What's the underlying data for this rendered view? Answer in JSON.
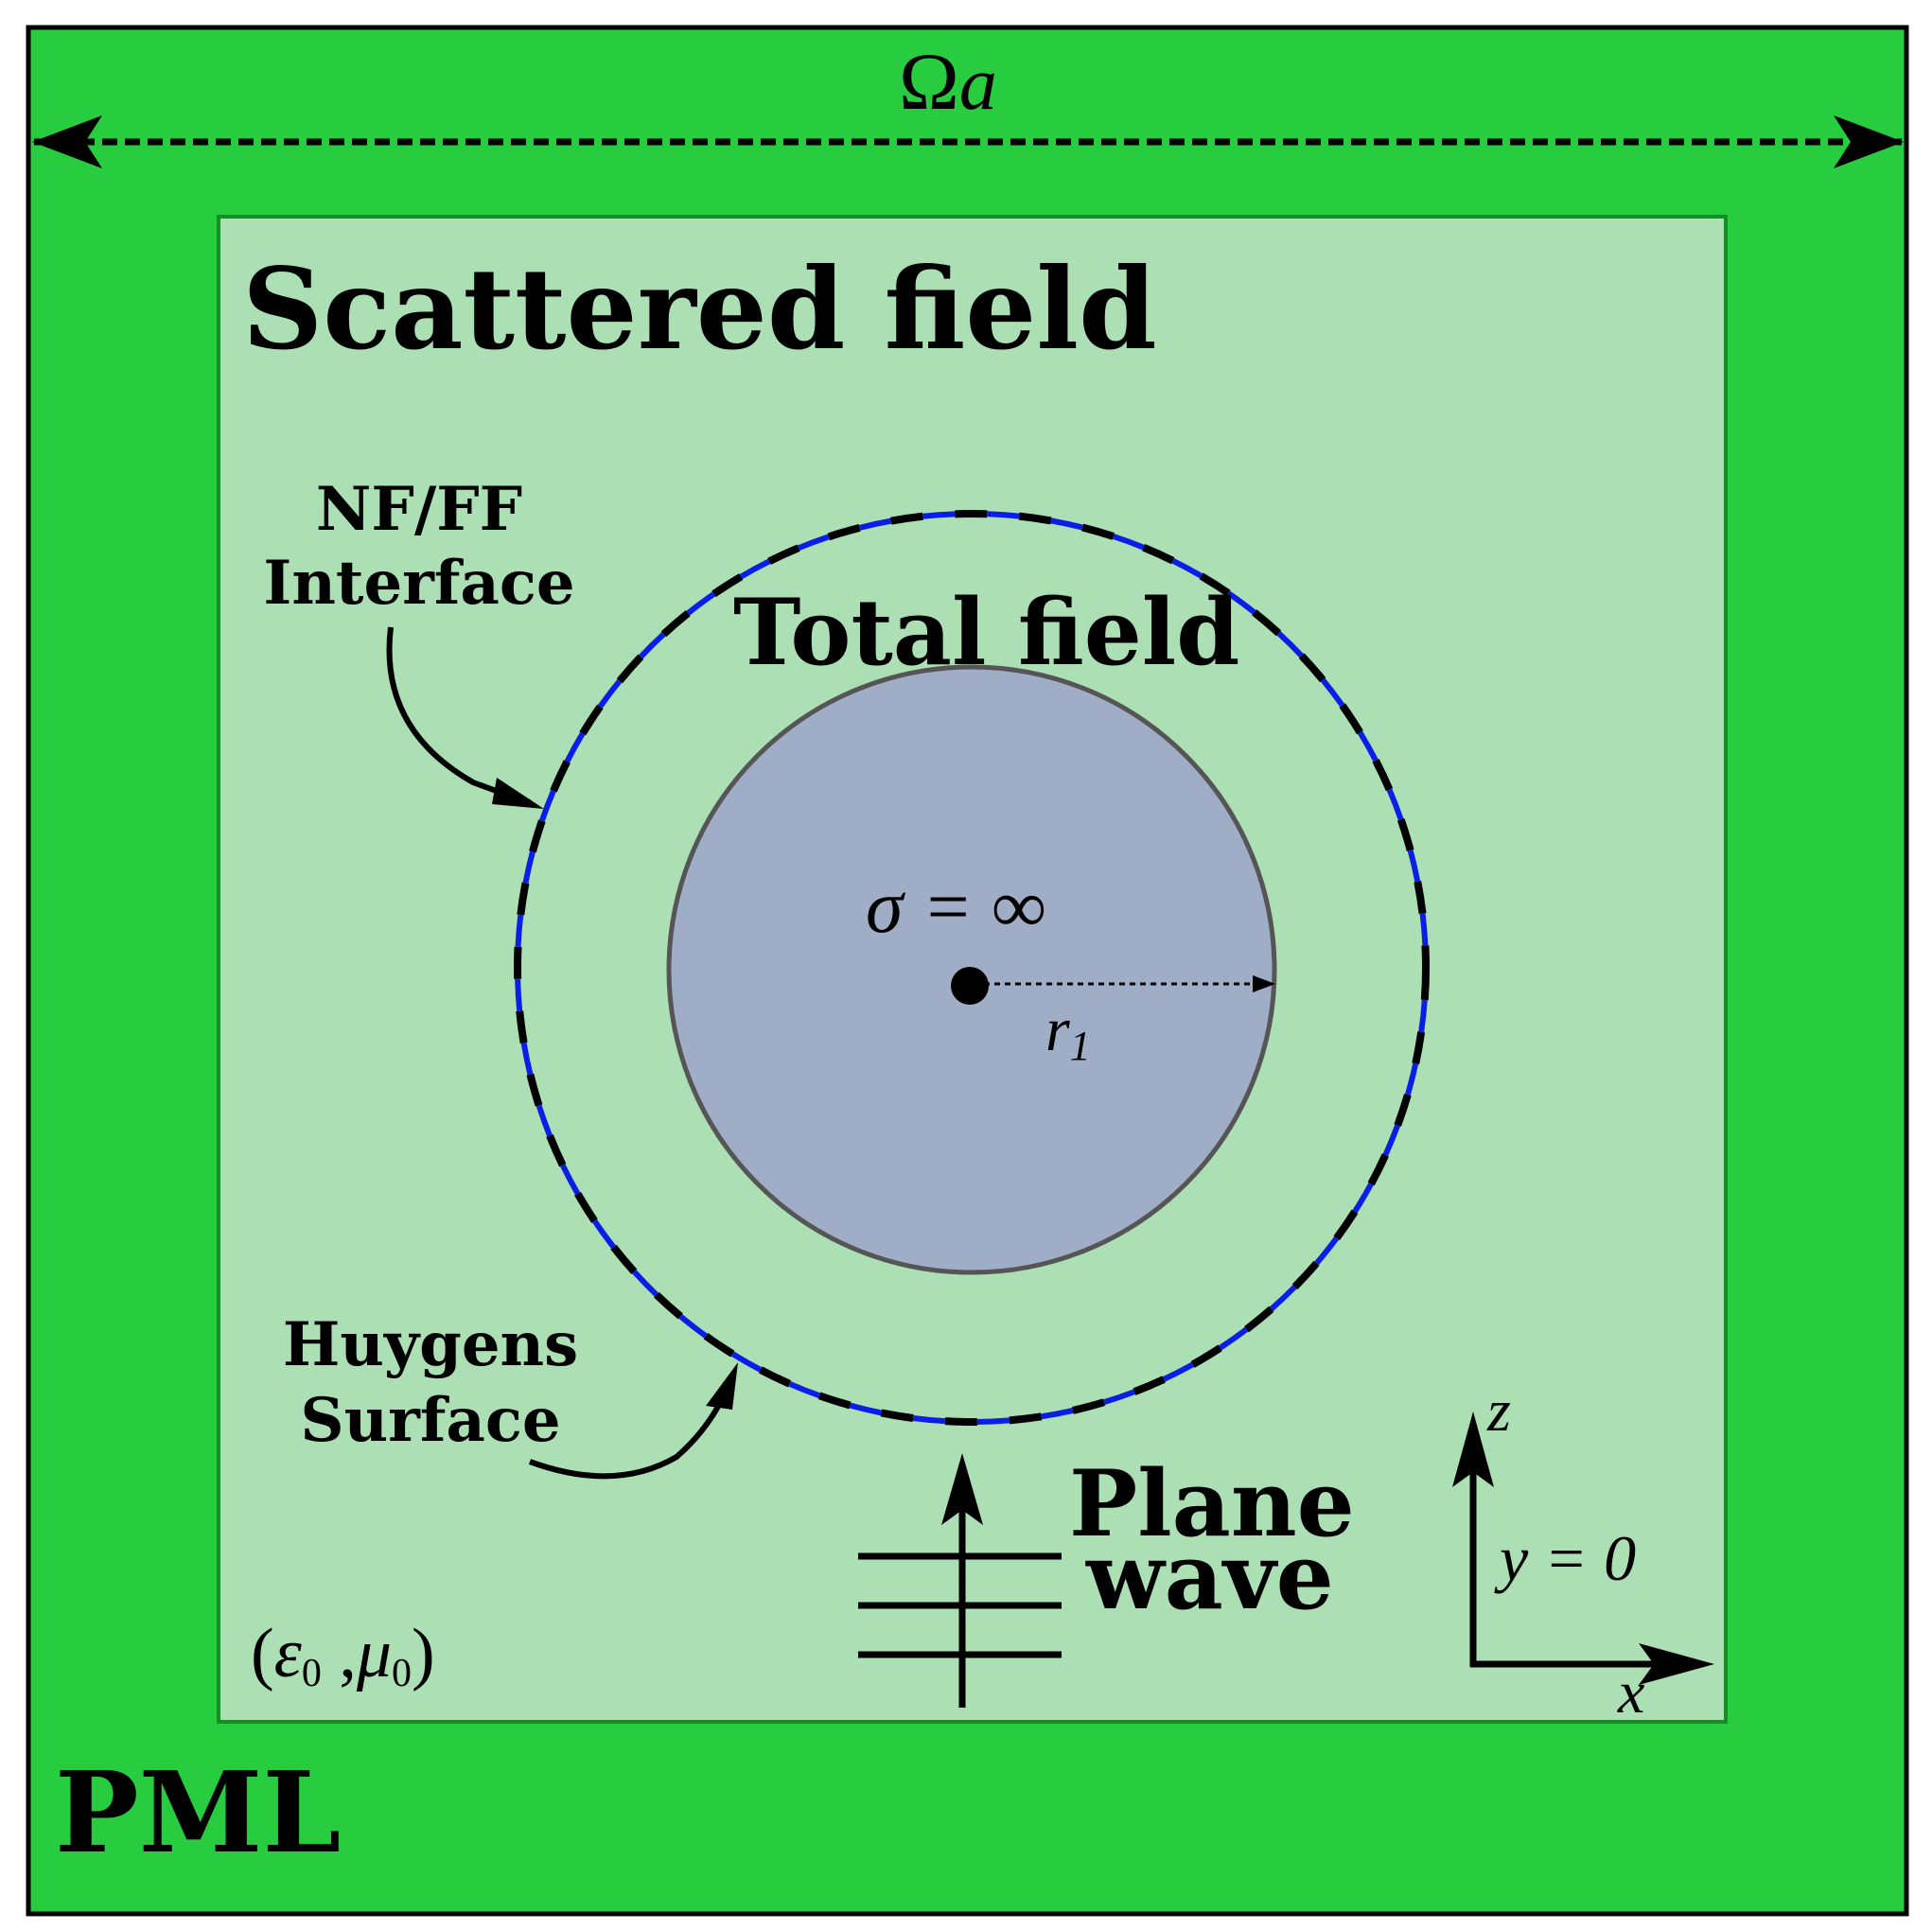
{
  "labels": {
    "omega_a": "Ω",
    "omega_a_sub": "a",
    "scattered_field": "Scattered field",
    "total_field": "Total field",
    "nfff_line1": "NF/FF",
    "nfff_line2": "Interface",
    "huygens_line1": "Huygens",
    "huygens_line2": "Surface",
    "conductivity": "σ = ∞",
    "radius": "r",
    "radius_sub": "1",
    "plane_line1": "Plane",
    "plane_line2": "wave",
    "axis_z": "z",
    "axis_x": "x",
    "plane_eq": "y = 0",
    "medium_open": "(",
    "medium_eps": "ε",
    "medium_eps_sub": "0",
    "medium_comma": " ,",
    "medium_mu": "μ",
    "medium_mu_sub": "0",
    "medium_close": ")",
    "pml": "PML"
  },
  "colors": {
    "pml": "#27cc3f",
    "inner_domain": "#acdfb3",
    "scatterer": "#a0adc6",
    "huygens_dash": "#0a1ee6",
    "ink": "#000000"
  }
}
